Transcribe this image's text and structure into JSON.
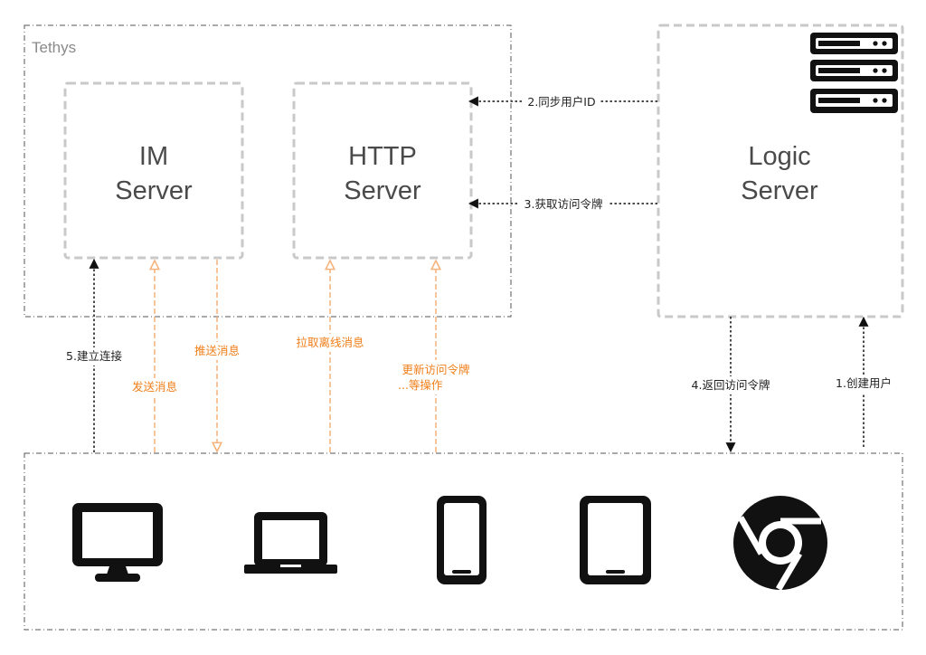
{
  "tethys_label": "Tethys",
  "im_server": {
    "line1": "IM",
    "line2": "Server"
  },
  "http_server": {
    "line1": "HTTP",
    "line2": "Server"
  },
  "logic_server": {
    "line1": "Logic",
    "line2": "Server"
  },
  "edges": {
    "sync_user_id": "2.同步用户ID",
    "get_token": "3.获取访问令牌",
    "create_user": "1.创建用户",
    "return_token": "4.返回访问令牌",
    "connect": "5.建立连接",
    "send_msg": "发送消息",
    "push_msg": "推送消息",
    "pull_offline": "拉取离线消息",
    "update_token_line1": "更新访问令牌",
    "update_token_line2": "...等操作"
  },
  "icons": [
    "server-rack-icon",
    "desktop-monitor-icon",
    "laptop-icon",
    "phone-icon",
    "tablet-icon",
    "chrome-browser-icon"
  ],
  "colors": {
    "dash_gray": "#cccccc",
    "orange": "#f5b27a",
    "orange_text": "#f07f1a",
    "black": "#111111"
  }
}
